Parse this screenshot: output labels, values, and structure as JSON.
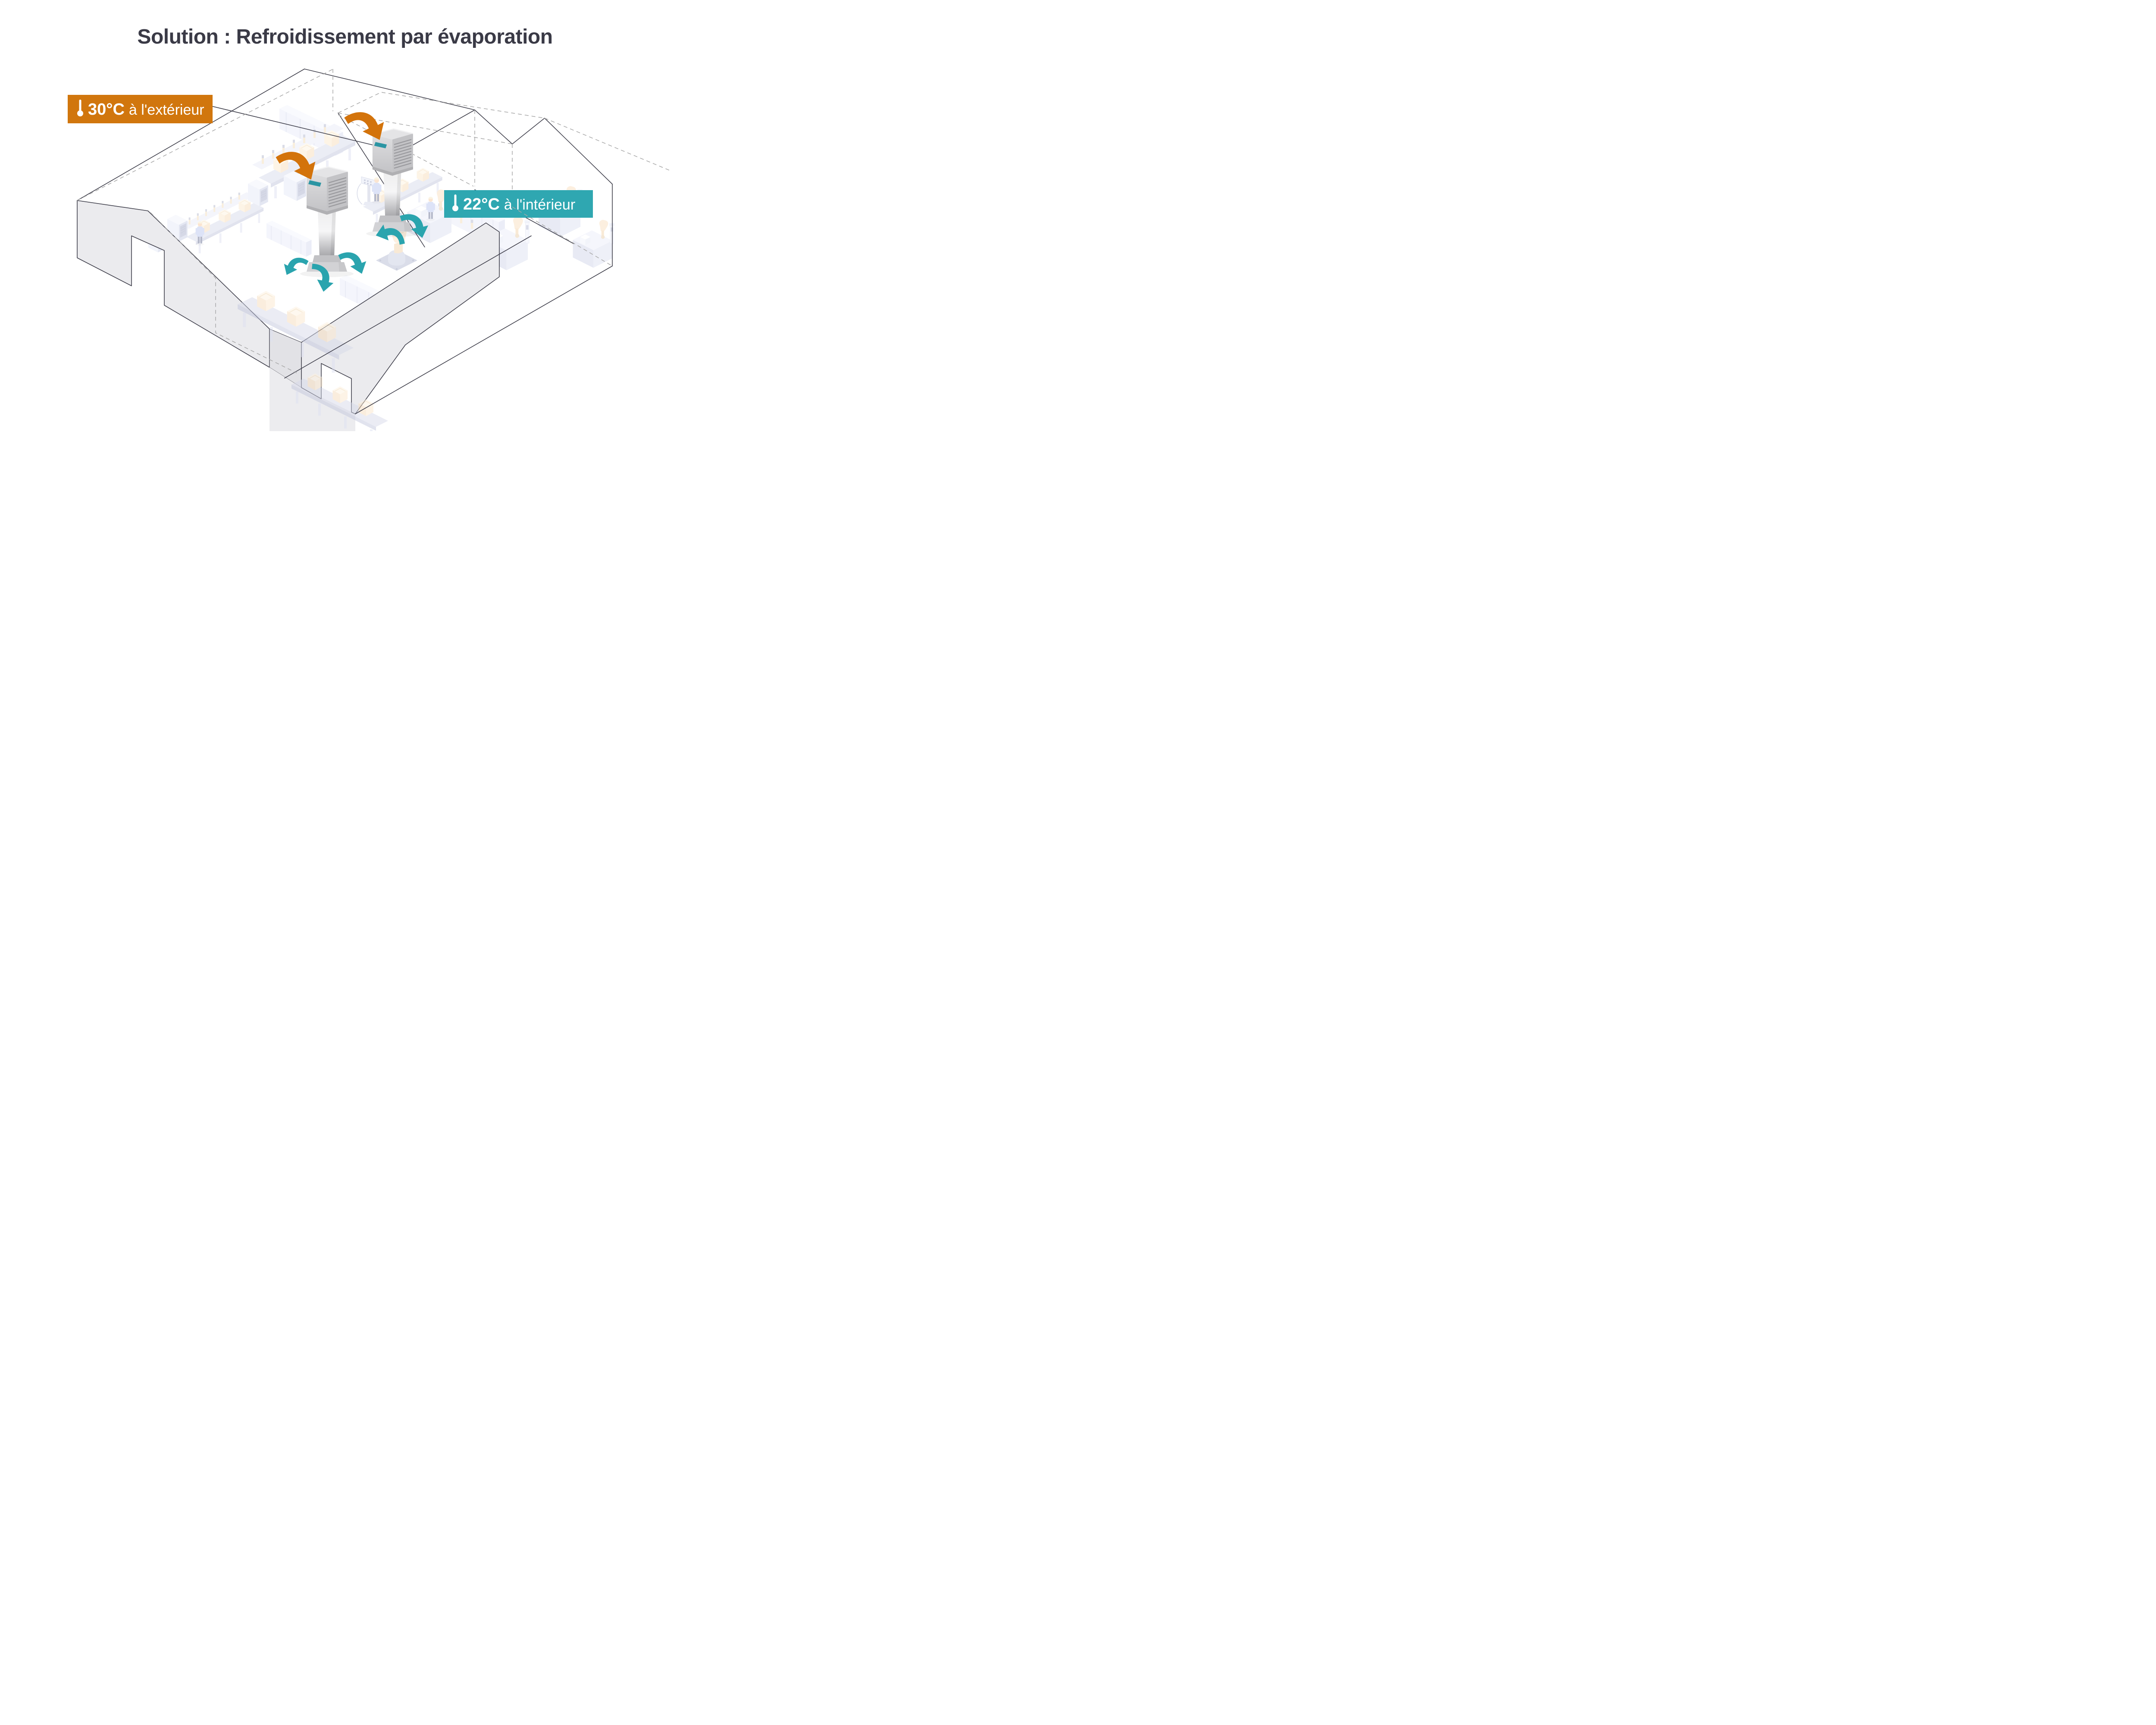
{
  "title": "Solution : Refroidissement par évaporation",
  "labels": {
    "exterior": {
      "temp": "30°C",
      "location": "à l'extérieur",
      "bg_color": "#d1760d"
    },
    "interior": {
      "temp": "22°C",
      "location": "à l'intérieur",
      "bg_color": "#2fa7b1"
    }
  },
  "colors": {
    "hot_air_orange": "#d3730b",
    "cool_air_teal": "#2aa4ae",
    "outline_dark": "#3f3f4b",
    "hidden_edge_gray": "#a8a8a8",
    "title_text": "#3a3a46",
    "cut_wall_fill": "#ebebee",
    "cooler_teal_accent": "#2b95a3"
  },
  "illustration": {
    "cooling_units": 2,
    "hot_air_arrows": 2,
    "cool_air_arrows": 5,
    "workers": 3
  }
}
